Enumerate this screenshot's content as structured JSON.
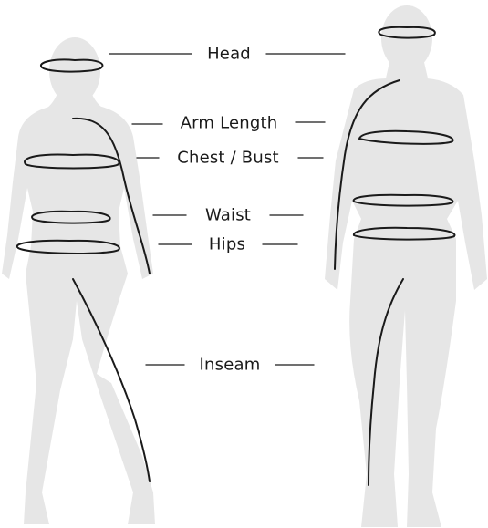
{
  "labels": {
    "head": "Head",
    "arm_length": "Arm Length",
    "chest_bust": "Chest / Bust",
    "waist": "Waist",
    "hips": "Hips",
    "inseam": "Inseam"
  },
  "colors": {
    "figure_fill": "#e6e6e6",
    "line": "#1a1a1a",
    "background": "#ffffff"
  }
}
